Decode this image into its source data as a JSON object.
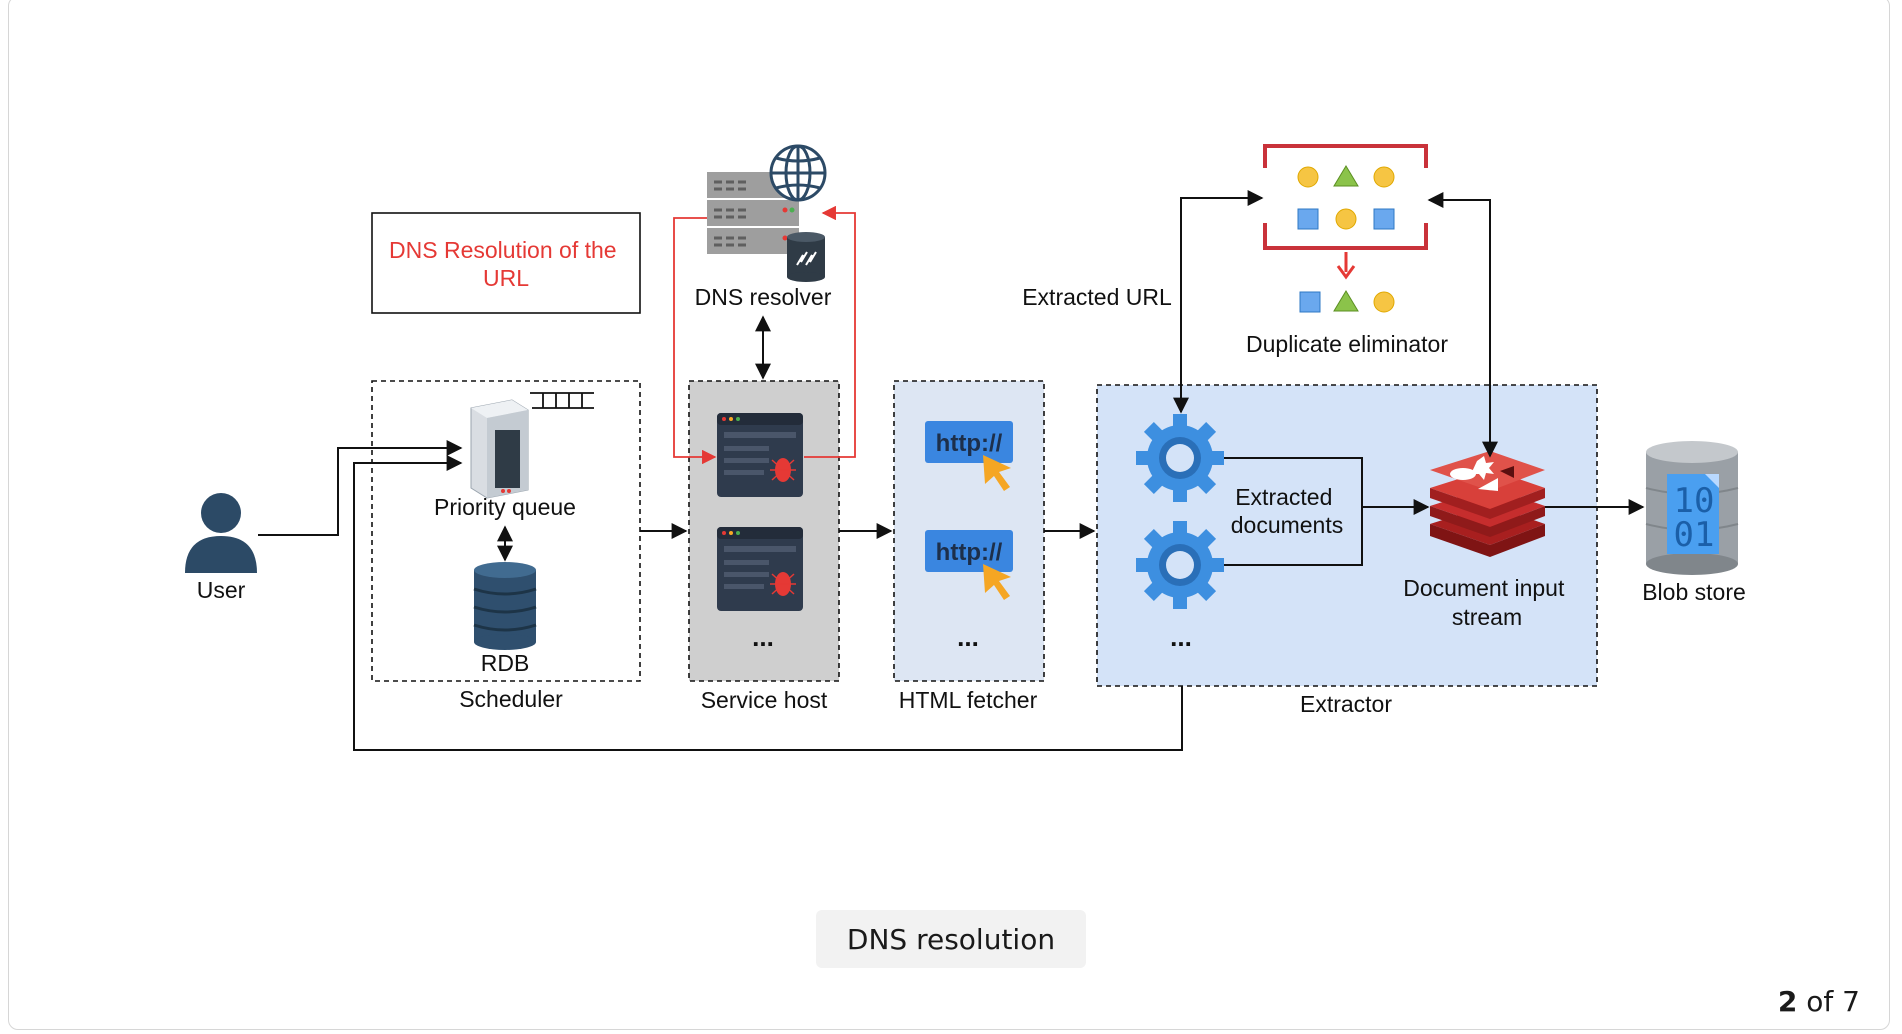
{
  "diagram": {
    "annotation": "DNS Resolution of the URL",
    "nodes": {
      "user": "User",
      "priority_queue": "Priority queue",
      "rdb": "RDB",
      "scheduler": "Scheduler",
      "dns_resolver": "DNS resolver",
      "service_host": "Service host",
      "html_fetcher": "HTML fetcher",
      "http_label": "http://",
      "ellipsis": "...",
      "extracted_url": "Extracted URL",
      "duplicate_eliminator": "Duplicate eliminator",
      "extracted_documents": "Extracted documents",
      "document_input_stream": "Document input stream",
      "extractor": "Extractor",
      "blob_store": "Blob store",
      "blob_digits_top": "10",
      "blob_digits_bottom": "01"
    },
    "colors": {
      "accent_red": "#e53935",
      "extractor_bg": "#d4e3f8",
      "fetcher_bg": "#dde6f3",
      "service_bg": "#cfcfcf",
      "gear_blue": "#3d8fe0",
      "redis_red": "#c62d2d"
    }
  },
  "caption": "DNS resolution",
  "pager": {
    "current": "2",
    "text": "of 7"
  }
}
